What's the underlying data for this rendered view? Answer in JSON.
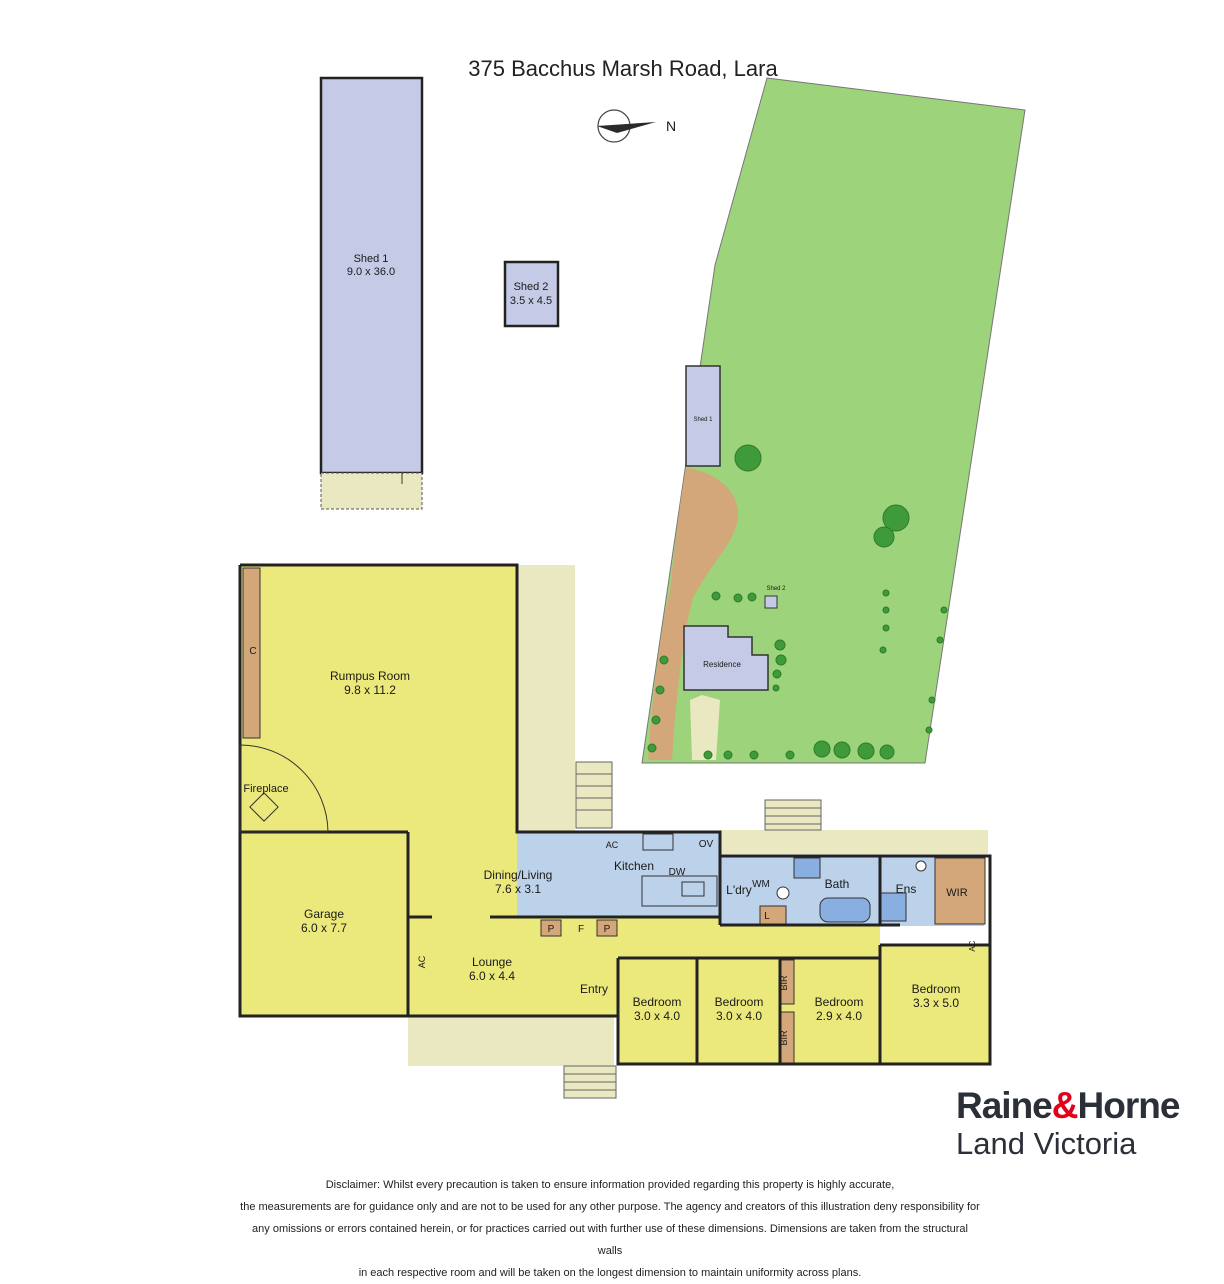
{
  "title": "375 Bacchus Marsh Road, Lara",
  "compass_label": "N",
  "sheds": {
    "shed1": {
      "name": "Shed 1",
      "size": "9.0 x 36.0"
    },
    "shed2": {
      "name": "Shed 2",
      "size": "3.5 x 4.5"
    }
  },
  "site_plan": {
    "shed1_label": "Shed 1",
    "shed2_label": "Shed 2",
    "residence_label": "Residence"
  },
  "rooms": {
    "rumpus": {
      "name": "Rumpus Room",
      "size": "9.8 x 11.2"
    },
    "fireplace": "Fireplace",
    "cupboard": "C",
    "garage": {
      "name": "Garage",
      "size": "6.0 x 7.7"
    },
    "dining": {
      "name": "Dining/Living",
      "size": "7.6 x 3.1"
    },
    "kitchen": "Kitchen",
    "ac_kitchen": "AC",
    "dw": "DW",
    "ov": "OV",
    "lounge": {
      "name": "Lounge",
      "size": "6.0 x 4.4"
    },
    "ac_lounge": "AC",
    "pantry1": "P",
    "fridge": "F",
    "pantry2": "P",
    "entry": "Entry",
    "laundry": "L'dry",
    "wm": "WM",
    "linen": "L",
    "bath": "Bath",
    "ens": "Ens",
    "wir": "WIR",
    "ac_bed": "AC",
    "bed1": {
      "name": "Bedroom",
      "size": "3.0 x 4.0"
    },
    "bed2": {
      "name": "Bedroom",
      "size": "3.0 x 4.0"
    },
    "bed3": {
      "name": "Bedroom",
      "size": "2.9 x 4.0"
    },
    "bed4": {
      "name": "Bedroom",
      "size": "3.3 x 5.0"
    },
    "bir1": "BIR",
    "bir2": "BIR"
  },
  "brand": {
    "part1": "Raine",
    "amp": "&",
    "part2": "Horne",
    "line2": "Land Victoria"
  },
  "disclaimer": [
    "Disclaimer: Whilst every precaution is taken to ensure information provided regarding this property is highly accurate,",
    "the measurements are for guidance only and are not to be used for any other purpose. The agency and creators of this illustration deny responsibility for",
    "any omissions or errors contained herein, or for practices carried out with further use of these dimensions. Dimensions are taken from the structural walls",
    "in each respective room and will be taken on the longest dimension to maintain uniformity across plans."
  ],
  "colors": {
    "shed": "#c5cbe6",
    "room_yellow": "#ece97c",
    "kitchen_blue": "#bcd2ea",
    "deck": "#e9e8c0",
    "storage_brown": "#d3a77a",
    "lawn": "#9dd37a",
    "path": "#d3a77a"
  }
}
